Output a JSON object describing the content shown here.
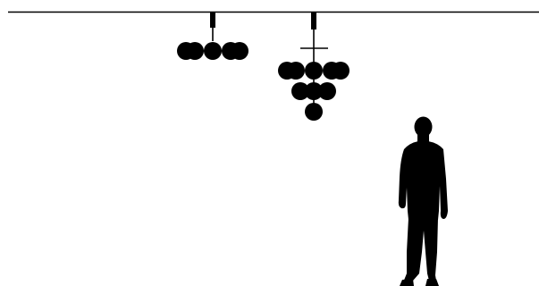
{
  "colors": {
    "background": "#ffffff",
    "silhouette": "#000000"
  },
  "diagram": {
    "ceiling": {
      "icon": "ceiling-line"
    },
    "fixtures": [
      {
        "name": "pendant-small",
        "icon": "round-globe-cluster-pendant",
        "globe_count": 5
      },
      {
        "name": "pendant-large",
        "icon": "round-globe-cluster-pendant",
        "globe_count": 9
      }
    ],
    "scale_figure": {
      "icon": "standing-man-silhouette"
    }
  }
}
